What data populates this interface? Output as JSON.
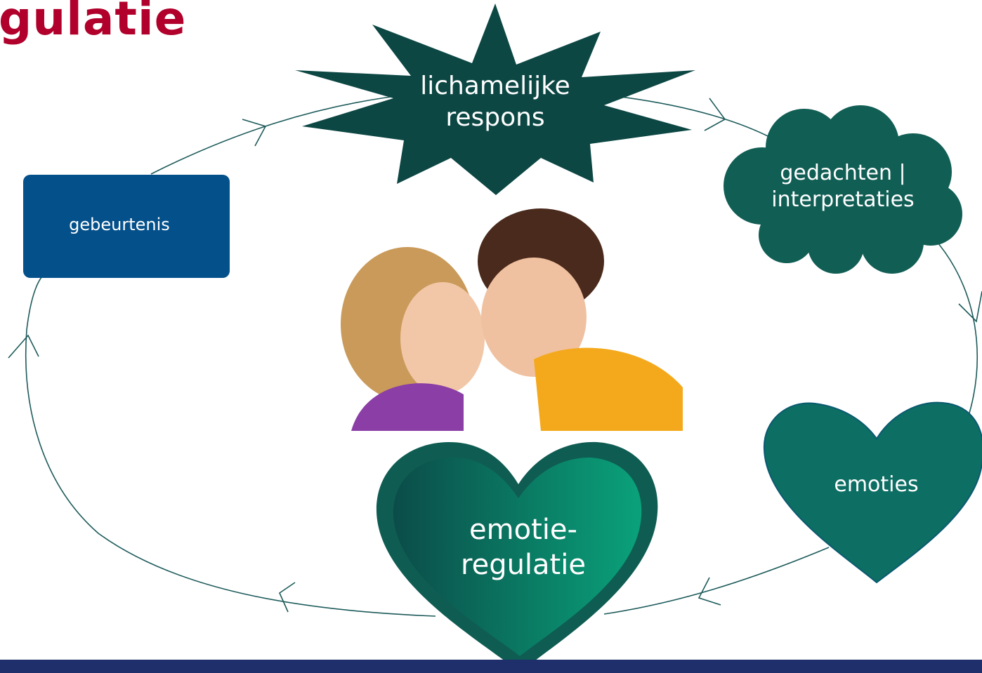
{
  "title": "gulatie",
  "nodes": {
    "body_response": "lichamelijke\nrespons",
    "thoughts": "gedachten |\ninterpretaties",
    "event": "gebeurtenis",
    "emotions": "emoties",
    "emotion_regulation": "emotie-\nregulatie"
  },
  "colors": {
    "title": "#b0002b",
    "star": "#0c4744",
    "cloud": "#115e55",
    "event_box": "#04508a",
    "emotions_heart": "#0d6e63",
    "regulation_heart_outer": "#0f5c52",
    "regulation_heart_gradient_start": "#0d4f4a",
    "regulation_heart_gradient_end": "#0aa27a",
    "cycle_line": "#1d5a5a",
    "footer": "#1f2f6b"
  },
  "icons": [
    "arrow-icon"
  ],
  "image": "children-shouting-photo"
}
